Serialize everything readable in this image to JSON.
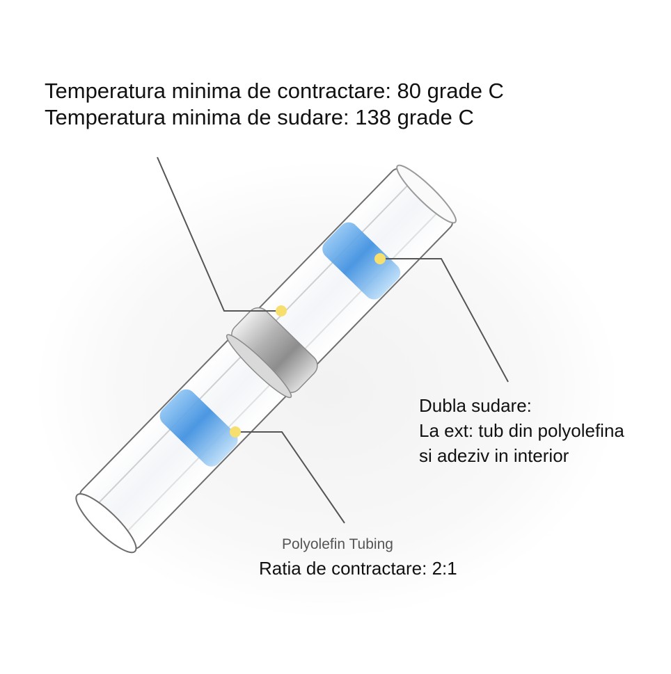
{
  "labels": {
    "top": [
      "Temperatura minima de contractare: 80 grade C",
      "Temperatura minima de sudare: 138 grade C"
    ],
    "right": [
      "Dubla sudare:",
      "La ext: tub din polyolefina",
      "si adeziv in interior"
    ],
    "bottom_small": "Polyolefin Tubing",
    "bottom": "Ratia de contractare: 2:1"
  },
  "colors": {
    "tube_outline": "#6e6e6e",
    "adhesive_blue": "#3d8fe0",
    "solder_silver": "#a7a7a7",
    "marker_dot": "#f6df6e",
    "leader_line": "#555555",
    "text": "#111111"
  }
}
